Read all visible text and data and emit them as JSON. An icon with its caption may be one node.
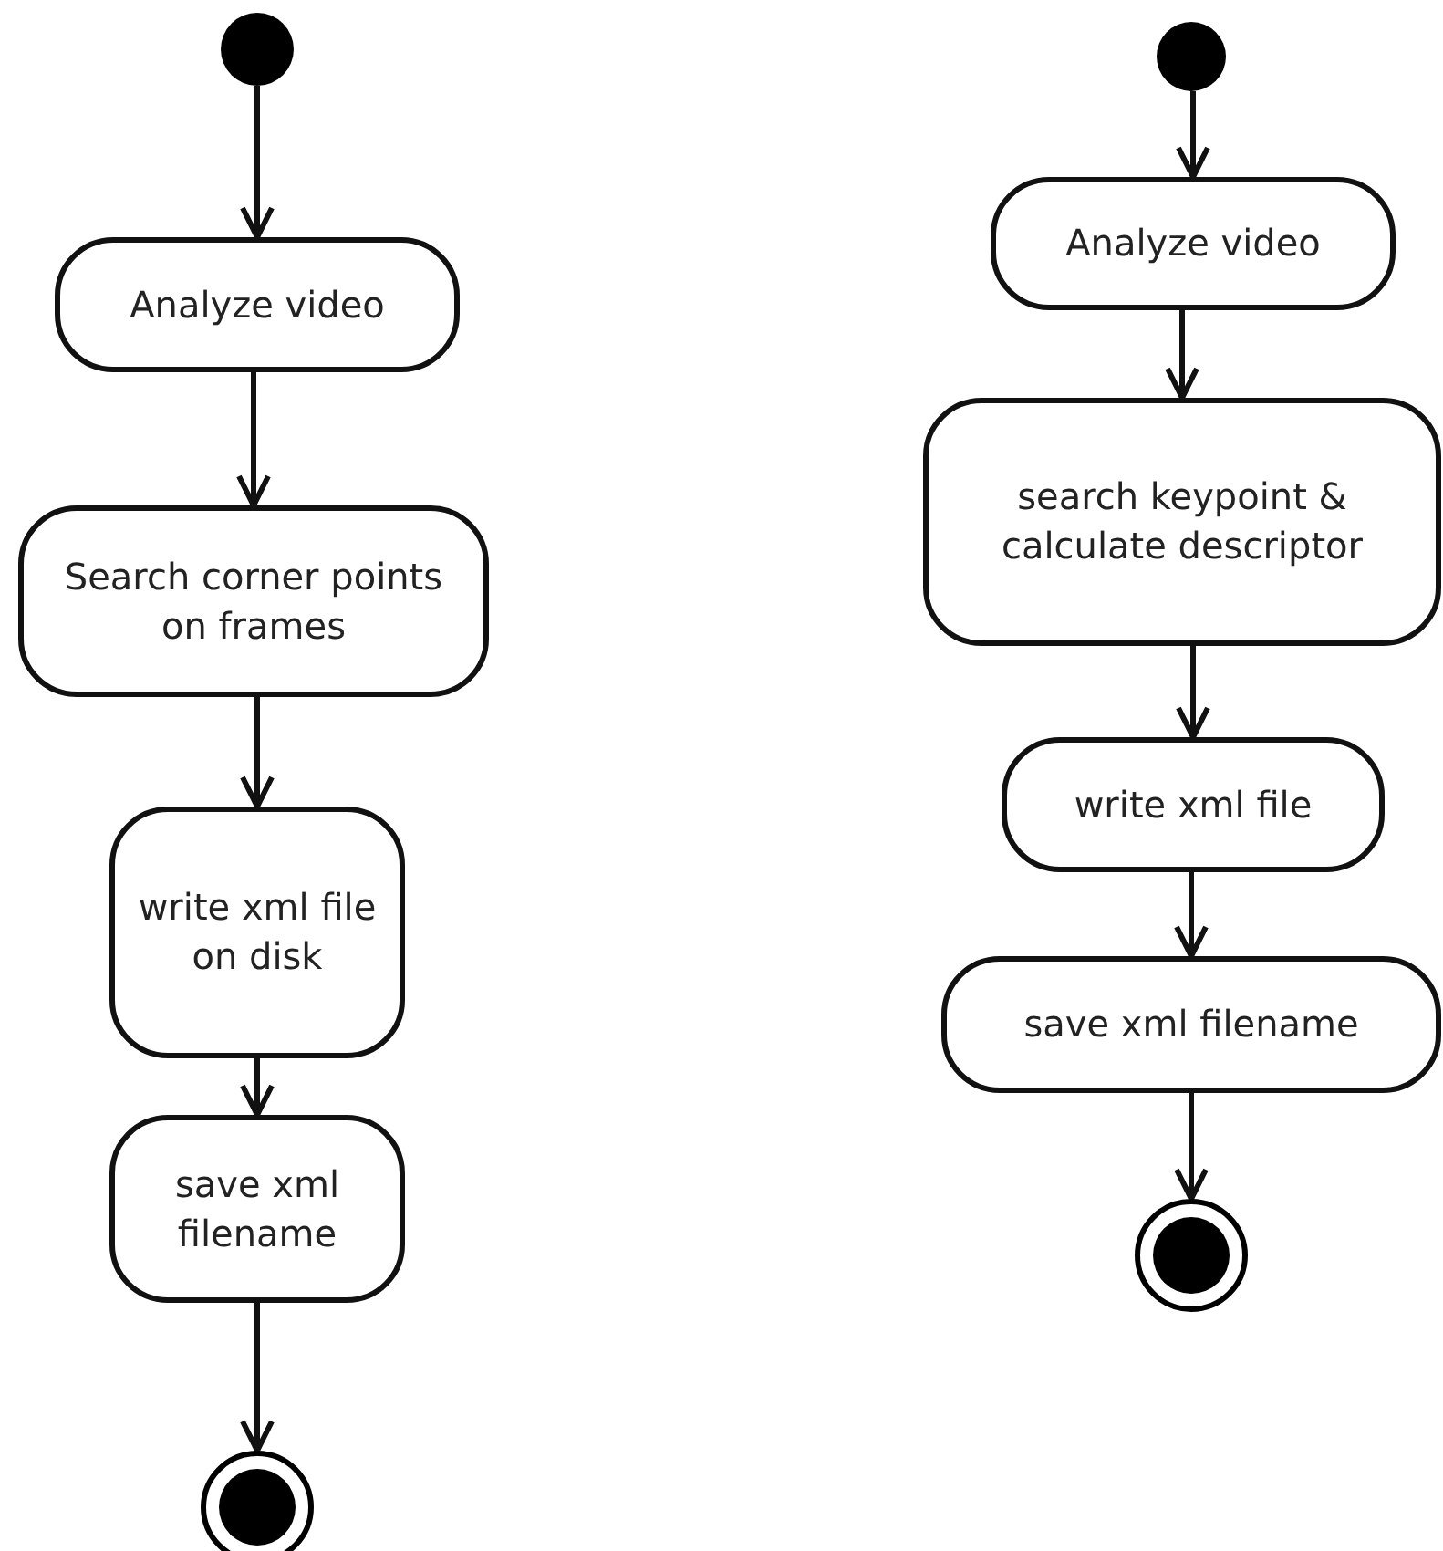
{
  "diagram": {
    "nodes": [
      {
        "text": [],
        "shape": "circle"
      },
      {
        "text": [
          "Analyze video"
        ]
      },
      {
        "text": [
          "Search corner points on frames"
        ]
      },
      {
        "text": [
          "write xml file on disk"
        ]
      },
      {
        "text": [
          "save xml filename"
        ]
      },
      {
        "text": [],
        "shape": "bullseye"
      },
      {
        "text": [],
        "shape": "circle"
      },
      {
        "text": [
          "Analyze video"
        ]
      },
      {
        "text": [
          "search keypoint & calculate descriptor"
        ]
      },
      {
        "text": [
          "write xml file"
        ]
      },
      {
        "text": [
          "save xml filename"
        ]
      },
      {
        "text": [],
        "shape": "bullseye"
      }
    ],
    "edges": [
      {
        "from": 0,
        "to": 1,
        "arrow": "to"
      },
      {
        "from": 1,
        "to": 2,
        "arrow": "to"
      },
      {
        "from": 2,
        "to": 3,
        "arrow": "to"
      },
      {
        "from": 3,
        "to": 4,
        "arrow": "to"
      },
      {
        "from": 4,
        "to": 5,
        "arrow": "to"
      },
      {
        "from": 6,
        "to": 7,
        "arrow": "to"
      },
      {
        "from": 7,
        "to": 8,
        "arrow": "to"
      },
      {
        "from": 8,
        "to": 9,
        "arrow": "to"
      },
      {
        "from": 9,
        "to": 10,
        "arrow": "to"
      },
      {
        "from": 10,
        "to": 11,
        "arrow": "to"
      }
    ]
  }
}
